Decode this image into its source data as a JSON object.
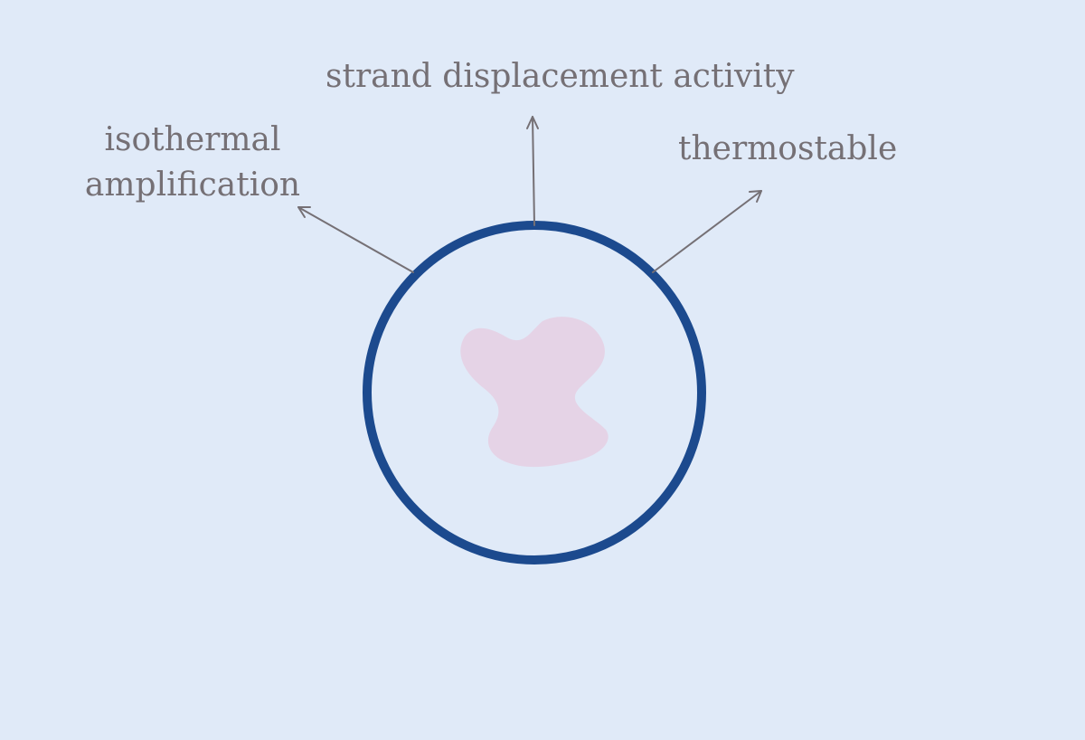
{
  "diagram": {
    "labels": {
      "top": "strand displacement activity",
      "left_line1": "isothermal",
      "left_line2": "amplification",
      "right": "thermostable"
    },
    "colors": {
      "background": "#e0eaf8",
      "circle_stroke": "#1c4a8e",
      "inner_fill": "#e5d3e6",
      "arrow": "#757075",
      "text": "#757075"
    }
  }
}
